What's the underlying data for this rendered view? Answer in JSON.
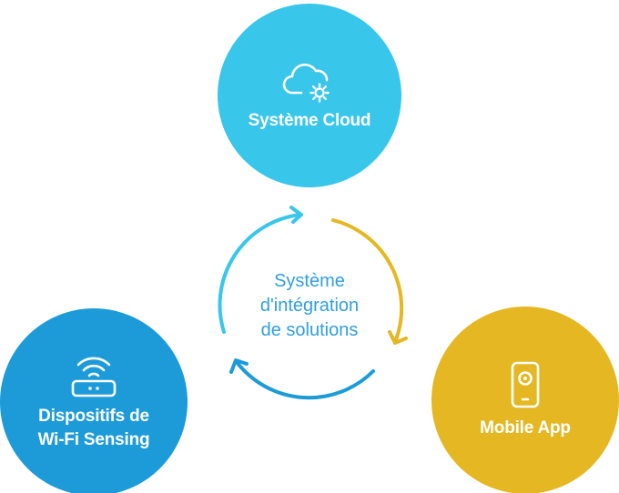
{
  "colors": {
    "cloud": "#38c6eb",
    "wifi": "#1c9bd8",
    "mobile": "#e5b722",
    "center_text": "#2f9fe0",
    "arrow_cloud": "#38c6eb",
    "arrow_mobile": "#e5b722",
    "arrow_wifi": "#1c9bd8"
  },
  "center": {
    "line1": "Système",
    "line2": "d'intégration",
    "line3": "de solutions"
  },
  "nodes": {
    "cloud": {
      "label": "Système Cloud",
      "icon": "cloud-gear-icon"
    },
    "wifi": {
      "label_line1": "Dispositifs de",
      "label_line2": "Wi-Fi Sensing",
      "icon": "wifi-router-icon"
    },
    "mobile": {
      "label": "Mobile App",
      "icon": "smartphone-icon"
    }
  }
}
